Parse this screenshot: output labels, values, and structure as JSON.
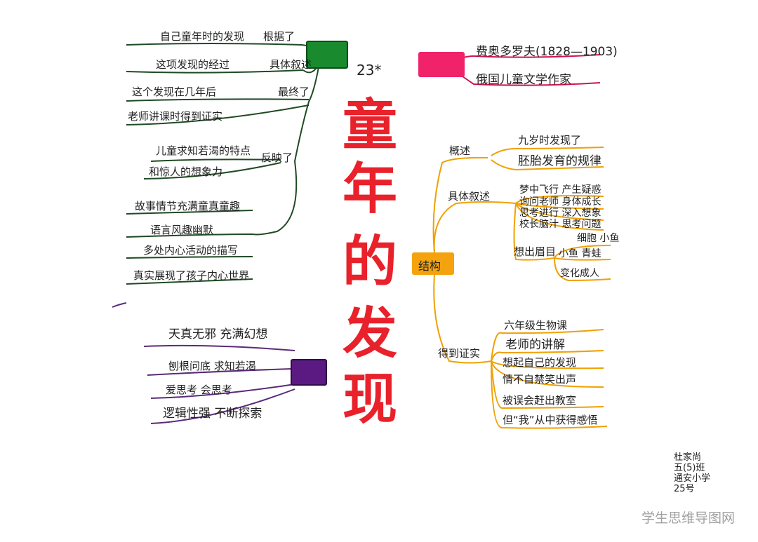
{
  "title_chars": [
    "童",
    "年",
    "的",
    "发",
    "现"
  ],
  "lesson_mark": "23*",
  "author": {
    "name": "费奥多罗夫(1828—1903)",
    "desc": "俄国儿童文学作家"
  },
  "left_top": {
    "branch1_label": "根据了",
    "branch1_item": "自己童年时的发现",
    "branch2_label": "具体叙述",
    "branch2_item": "这项发现的经过",
    "branch3_label": "最终了",
    "branch3_items": [
      "这个发现在几年后",
      "老师讲课时得到证实"
    ],
    "branch4_label": "反映了",
    "branch4_items": [
      "儿童求知若渴的特点",
      "和惊人的想象力"
    ],
    "features": [
      "故事情节充满童真童趣",
      "语言风趣幽默",
      "多处内心活动的描写",
      "真实展现了孩子内心世界"
    ]
  },
  "left_bottom": {
    "items": [
      "天真无邪 充满幻想",
      "刨根问底 求知若渴",
      "爱思考 会思考",
      "逻辑性强 不断探索"
    ]
  },
  "structure": {
    "label": "结构",
    "overview_label": "概述",
    "overview_items": [
      "九岁时发现了",
      "胚胎发育的规律"
    ],
    "detail_label": "具体叙述",
    "detail_items": [
      "梦中飞行 产生疑惑",
      "询问老师 身体成长",
      "思考进行 深入想象",
      "校长脑汁 思考问题"
    ],
    "thought_label": "想出眉目",
    "thought_items": [
      "细胞 小鱼",
      "小鱼 青蛙",
      "变化成人"
    ],
    "proof_label": "得到证实",
    "proof_items": [
      "六年级生物课",
      "老师的讲解",
      "想起自己的发现",
      "情不自禁笑出声",
      "被误会赶出教室",
      "但“我”从中获得感悟"
    ]
  },
  "signature": [
    "杜家尚",
    "五(5)班",
    "通安小学",
    "25号"
  ],
  "watermark": "学生思维导图网",
  "colors": {
    "title": "#e8212b",
    "green": "#1a8a2e",
    "pink": "#f0236a",
    "orange": "#f4a30e",
    "purple": "#5b1a82"
  }
}
